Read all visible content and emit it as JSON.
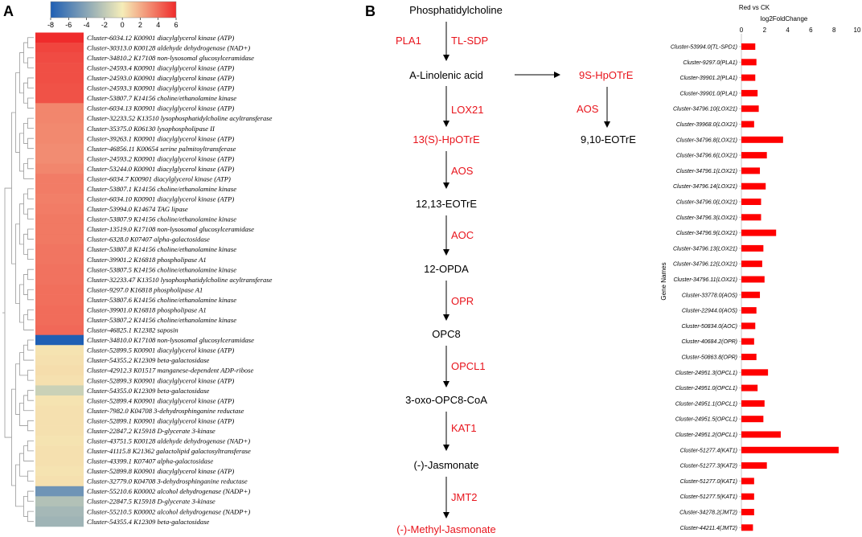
{
  "panel_labels": [
    "A",
    "B"
  ],
  "chart_data": [
    {
      "type": "heatmap",
      "colorbar": {
        "ticks": [
          "-8",
          "-6",
          "-4",
          "-2",
          "0",
          "2",
          "4",
          "6"
        ],
        "range": [
          -8,
          6
        ],
        "colors": [
          "#1f5fb4",
          "#f5edb8",
          "#ef2b2b"
        ]
      },
      "rows": [
        {
          "label": "Cluster-6034.12 K00901 diacylglycerol kinase (ATP)",
          "value": 6.0
        },
        {
          "label": "Cluster-30313.0 K00128 aldehyde dehydrogenase (NAD+)",
          "value": 5.2
        },
        {
          "label": "Cluster-34810.2 K17108 non-lysosomal glucosylceramidase",
          "value": 5.0
        },
        {
          "label": "Cluster-24593.4 K00901 diacylglycerol kinase (ATP)",
          "value": 4.9
        },
        {
          "label": "Cluster-24593.0 K00901 diacylglycerol kinase (ATP)",
          "value": 4.9
        },
        {
          "label": "Cluster-24593.3 K00901 diacylglycerol kinase (ATP)",
          "value": 4.8
        },
        {
          "label": "Cluster-53807.7 K14156 choline/ethanolamine kinase",
          "value": 4.8
        },
        {
          "label": "Cluster-6034.13 K00901 diacylglycerol kinase (ATP)",
          "value": 3.2
        },
        {
          "label": "Cluster-32233.52 K13510 lysophosphatidylcholine acyltransferase",
          "value": 3.2
        },
        {
          "label": "Cluster-35375.0 K06130 lysophospholipase II",
          "value": 3.1
        },
        {
          "label": "Cluster-39263.1 K00901 diacylglycerol kinase (ATP)",
          "value": 3.1
        },
        {
          "label": "Cluster-46856.11 K00654 serine palmitoyltransferase",
          "value": 3.0
        },
        {
          "label": "Cluster-24593.2 K00901 diacylglycerol kinase (ATP)",
          "value": 3.0
        },
        {
          "label": "Cluster-53244.0 K00901 diacylglycerol kinase (ATP)",
          "value": 3.2
        },
        {
          "label": "Cluster-6034.7 K00901 diacylglycerol kinase (ATP)",
          "value": 3.5
        },
        {
          "label": "Cluster-53807.1 K14156 choline/ethanolamine kinase",
          "value": 3.5
        },
        {
          "label": "Cluster-6034.10 K00901 diacylglycerol kinase (ATP)",
          "value": 3.4
        },
        {
          "label": "Cluster-53994.0 K14674 TAG lipase",
          "value": 3.5
        },
        {
          "label": "Cluster-53807.9 K14156 choline/ethanolamine kinase",
          "value": 3.6
        },
        {
          "label": "Cluster-13519.0 K17108 non-lysosomal glucosylceramidase",
          "value": 3.6
        },
        {
          "label": "Cluster-6328.0 K07407 alpha-galactosidase",
          "value": 3.6
        },
        {
          "label": "Cluster-53807.8 K14156 choline/ethanolamine kinase",
          "value": 3.7
        },
        {
          "label": "Cluster-39901.2 K16818 phospholipase A1",
          "value": 3.7
        },
        {
          "label": "Cluster-53807.5 K14156 choline/ethanolamine kinase",
          "value": 3.8
        },
        {
          "label": "Cluster-32233.47 K13510 lysophosphatidylcholine acyltransferase",
          "value": 3.8
        },
        {
          "label": "Cluster-9297.0 K16818 phospholipase A1",
          "value": 3.9
        },
        {
          "label": "Cluster-53807.6 K14156 choline/ethanolamine kinase",
          "value": 3.9
        },
        {
          "label": "Cluster-39901.0 K16818 phospholipase A1",
          "value": 4.0
        },
        {
          "label": "Cluster-53807.2 K14156 choline/ethanolamine kinase",
          "value": 4.0
        },
        {
          "label": "Cluster-46825.1 K12382 saposin",
          "value": 4.1
        },
        {
          "label": "Cluster-34810.0 K17108 non-lysosomal glucosylceramidase",
          "value": -8.0
        },
        {
          "label": "Cluster-52899.5 K00901 diacylglycerol kinase (ATP)",
          "value": 0.3
        },
        {
          "label": "Cluster-54355.2 K12309 beta-galactosidase",
          "value": 0.4
        },
        {
          "label": "Cluster-42912.3 K01517 manganese-dependent ADP-ribose",
          "value": 0.5
        },
        {
          "label": "Cluster-52899.3 K00901 diacylglycerol kinase (ATP)",
          "value": 0.4
        },
        {
          "label": "Cluster-54355.0 K12309 beta-galactosidase",
          "value": -1.6
        },
        {
          "label": "Cluster-52899.4 K00901 diacylglycerol kinase (ATP)",
          "value": 0.3
        },
        {
          "label": "Cluster-7982.0 K04708 3-dehydrosphinganine reductase",
          "value": 0.4
        },
        {
          "label": "Cluster-52899.1 K00901 diacylglycerol kinase (ATP)",
          "value": 0.4
        },
        {
          "label": "Cluster-22847.2 K15918 D-glycerate 3-kinase",
          "value": 0.4
        },
        {
          "label": "Cluster-43751.5 K00128 aldehyde dehydrogenase (NAD+)",
          "value": 0.3
        },
        {
          "label": "Cluster-41115.8 K21362 galactolipid galactosyltransferase",
          "value": 0.4
        },
        {
          "label": "Cluster-43399.1 K07407 alpha-galactosidase",
          "value": 0.4
        },
        {
          "label": "Cluster-52899.8 K00901 diacylglycerol kinase (ATP)",
          "value": 0.3
        },
        {
          "label": "Cluster-32779.0 K04708 3-dehydrosphinganine reductase",
          "value": 0.4
        },
        {
          "label": "Cluster-55210.6 K00002 alcohol dehydrogenase (NADP+)",
          "value": -5.0
        },
        {
          "label": "Cluster-22847.5 K15918 D-glycerate 3-kinase",
          "value": -2.5
        },
        {
          "label": "Cluster-55210.5 K00002 alcohol dehydrogenase (NADP+)",
          "value": -3.0
        },
        {
          "label": "Cluster-54355.4 K12309 beta-galactosidase",
          "value": -3.2
        }
      ]
    },
    {
      "type": "bar",
      "orientation": "horizontal",
      "title": "Red vs CK",
      "xlabel": "log2FoldChange",
      "ylabel": "Gene Names",
      "xlim": [
        0,
        10
      ],
      "xticks": [
        0,
        2,
        4,
        6,
        8,
        10
      ],
      "grid": false,
      "color": "#ff0000",
      "categories": [
        "Cluster-53994.0(TL-SPD1)",
        "Cluster-9297.0(PLA1)",
        "Cluster-39901.2(PLA1)",
        "Cluster-39901.0(PLA1)",
        "Cluster-34796.10(LOX21)",
        "Cluster-39968.0(LOX21)",
        "Cluster-34796.8(LOX21)",
        "Cluster-34796.6(LOX21)",
        "Cluster-34796.1(LOX21)",
        "Cluster-34796.14(LOX21)",
        "Cluster-34796.0(LOX21)",
        "Cluster-34796.3(LOX21)",
        "Cluster-34796.9(LOX21)",
        "Cluster-34796.13(LOX21)",
        "Cluster-34796.12(LOX21)",
        "Cluster-34796.11(LOX21)",
        "Cluster-33778.0(AOS)",
        "Cluster-22944.0(AOS)",
        "Cluster-50834.0(AOC)",
        "Cluster-40684.2(OPR)",
        "Cluster-50863.8(OPR)",
        "Cluster-24951.3(OPCL1)",
        "Cluster-24951.0(OPCL1)",
        "Cluster-24951.1(OPCL1)",
        "Cluster-24951.5(OPCL1)",
        "Cluster-24951.2(OPCL1)",
        "Cluster-51277.4(KAT1)",
        "Cluster-51277.3(KAT2)",
        "Cluster-51277.0(KAT1)",
        "Cluster-51277.5(KAT1)",
        "Cluster-34278.2(JMT2)",
        "Cluster-44211.4(JMT2)"
      ],
      "values": [
        1.2,
        1.3,
        1.2,
        1.4,
        1.5,
        1.1,
        3.6,
        2.2,
        1.6,
        2.1,
        1.7,
        1.7,
        3.0,
        1.9,
        1.8,
        2.0,
        1.6,
        1.3,
        1.2,
        1.1,
        1.3,
        2.3,
        1.4,
        2.0,
        1.9,
        3.4,
        8.4,
        2.2,
        1.1,
        1.1,
        1.1,
        1.0
      ]
    }
  ],
  "pathway": {
    "compounds": [
      "Phosphatidylcholine",
      "A-Linolenic acid",
      "13(S)-HpOTrE",
      "12,13-EOTrE",
      "12-OPDA",
      "OPC8",
      "3-oxo-OPC8-CoA",
      "(-)-Jasmonate",
      "(-)-Methyl-Jasmonate",
      "9S-HpOTrE",
      "9,10-EOTrE"
    ],
    "enzymes": [
      "PLA1",
      "TL-SDP",
      "LOX21",
      "AOS",
      "AOC",
      "OPR",
      "OPCL1",
      "KAT1",
      "JMT2",
      "AOS"
    ],
    "colors": {
      "compound": "#000000",
      "highlight": "#e8141c"
    }
  }
}
